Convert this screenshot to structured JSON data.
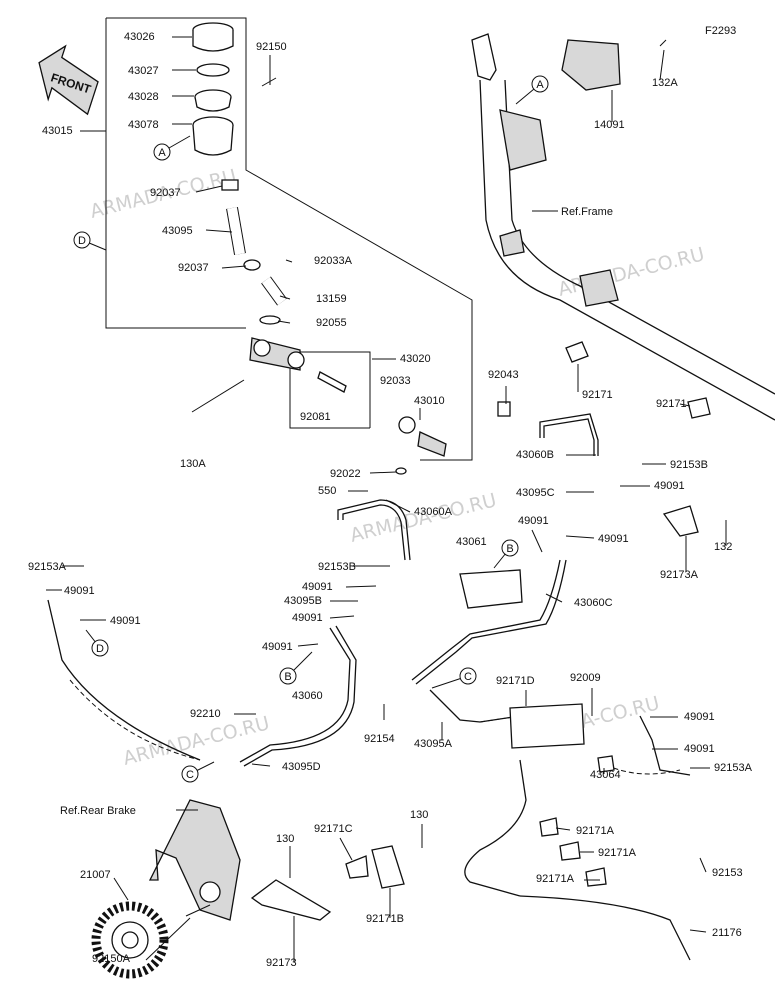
{
  "diagram_code": "F2293",
  "front_label": "FRONT",
  "watermarks": [
    "ARMADA-CO.RU",
    "ARMADA-CO.RU",
    "ARMADA-CO.RU",
    "ARMADA-CO.RU",
    "ARMADA-CO.RU"
  ],
  "refs": {
    "frame": "Ref.Frame",
    "rear_brake": "Ref.Rear Brake"
  },
  "part_labels": [
    "43026",
    "43027",
    "43028",
    "43078",
    "92150",
    "43015",
    "92037",
    "43095",
    "92037",
    "92033A",
    "13159",
    "92055",
    "43020",
    "92033",
    "92081",
    "43010",
    "130A",
    "92043",
    "92022",
    "550",
    "43060A",
    "92153B",
    "49091",
    "43095B",
    "49091",
    "43061",
    "49091",
    "49091",
    "43060C",
    "43060",
    "92210",
    "43095D",
    "92153A",
    "49091",
    "49091",
    "92154",
    "43095A",
    "92171D",
    "92009",
    "49091",
    "49091",
    "92153A",
    "43064",
    "43060B",
    "92153B",
    "43095C",
    "49091",
    "49091",
    "92173A",
    "132",
    "132A",
    "14091",
    "92171",
    "92171",
    "21007",
    "92150A",
    "130",
    "92173",
    "92171C",
    "130",
    "92171B",
    "92171A",
    "92171A",
    "92171A",
    "92153",
    "21176"
  ],
  "callouts": [
    "A",
    "A",
    "B",
    "B",
    "C",
    "C",
    "D",
    "D"
  ]
}
